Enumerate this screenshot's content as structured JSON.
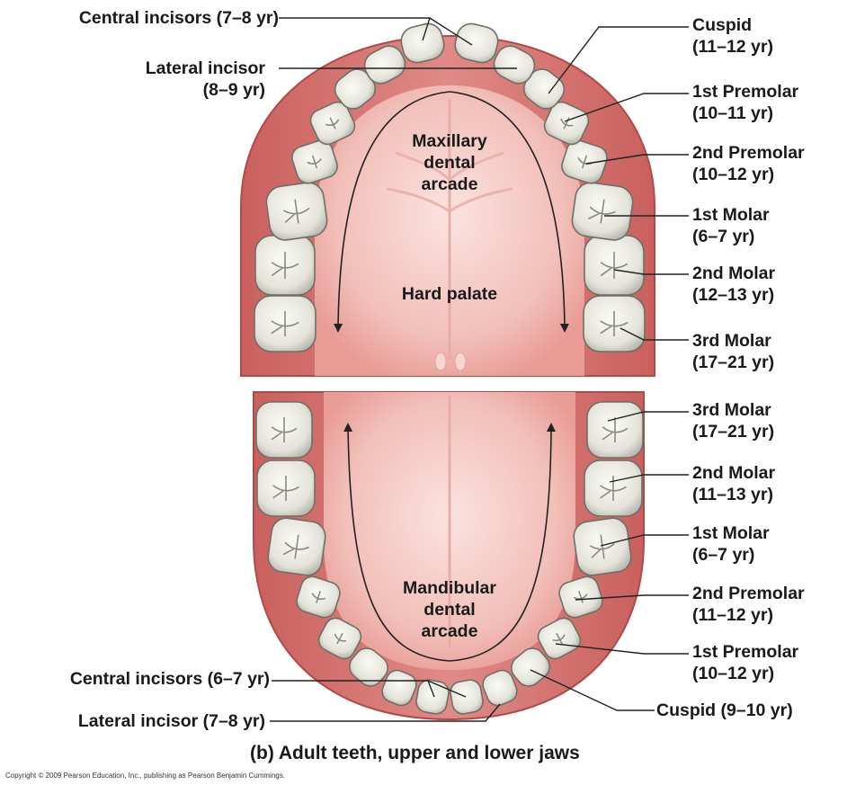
{
  "caption": {
    "prefix": "(b)",
    "text": "Adult teeth, upper and lower jaws"
  },
  "copyright": "Copyright © 2009 Pearson Education, Inc., publishing as Pearson Benjamin Cummings.",
  "upper": {
    "arcade_label": [
      "Maxillary",
      "dental",
      "arcade"
    ],
    "palate_label": "Hard palate",
    "left_labels": [
      {
        "name": "Central incisors",
        "age": "(7–8 yr)"
      },
      {
        "name": "Lateral incisor",
        "age": "(8–9 yr)"
      }
    ],
    "right_labels": [
      {
        "name": "Cuspid",
        "age": "(11–12 yr)"
      },
      {
        "name": "1st Premolar",
        "age": "(10–11 yr)"
      },
      {
        "name": "2nd Premolar",
        "age": "(10–12 yr)"
      },
      {
        "name": "1st Molar",
        "age": "(6–7 yr)"
      },
      {
        "name": "2nd Molar",
        "age": "(12–13 yr)"
      },
      {
        "name": "3rd Molar",
        "age": "(17–21 yr)"
      }
    ]
  },
  "lower": {
    "arcade_label": [
      "Mandibular",
      "dental",
      "arcade"
    ],
    "left_labels": [
      {
        "name": "Central incisors",
        "age": "(6–7 yr)"
      },
      {
        "name": "Lateral incisor",
        "age": "(7–8 yr)"
      }
    ],
    "right_labels": [
      {
        "name": "3rd Molar",
        "age": "(17–21 yr)"
      },
      {
        "name": "2nd Molar",
        "age": "(11–13 yr)"
      },
      {
        "name": "1st Molar",
        "age": "(6–7 yr)"
      },
      {
        "name": "2nd Premolar",
        "age": "(11–12 yr)"
      },
      {
        "name": "1st Premolar",
        "age": "(10–12 yr)"
      },
      {
        "name": "Cuspid",
        "age": "(9–10 yr)"
      }
    ]
  },
  "colors": {
    "gum": "#d97a78",
    "gum_dark": "#b8504e",
    "palate": "#f3c2bd",
    "palate_light": "#f8d9d4",
    "tooth": "#eeede6",
    "tooth_edge": "#6f6f68",
    "leader": "#222222"
  }
}
